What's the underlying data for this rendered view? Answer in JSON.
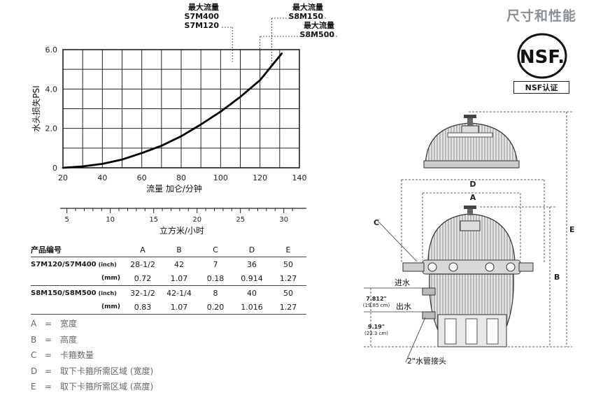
{
  "page": {
    "title": "尺寸和性能"
  },
  "nsf": {
    "logo_text": "NSF.",
    "caption": "NSF认证"
  },
  "chart_data": {
    "type": "line",
    "ylabel": "水头损失PSI",
    "xlabel_primary": "流量   加仑/分钟",
    "xlabel_secondary": "立方米/小时",
    "x_ticks": [
      "20",
      "40",
      "60",
      "80",
      "100",
      "120",
      "140"
    ],
    "y_ticks": [
      "0",
      "2.0",
      "4.0",
      "6.0"
    ],
    "secondary_ticks": [
      "5",
      "10",
      "15",
      "20",
      "25",
      "30"
    ],
    "xlim": [
      20,
      140
    ],
    "ylim": [
      0,
      6
    ],
    "grid": true,
    "series": [
      {
        "name": "",
        "x": [
          20,
          30,
          40,
          50,
          60,
          70,
          80,
          90,
          100,
          110,
          120,
          131
        ],
        "y": [
          0.0,
          0.07,
          0.2,
          0.42,
          0.75,
          1.12,
          1.6,
          2.2,
          2.85,
          3.6,
          4.45,
          5.8
        ]
      }
    ],
    "annotations": [
      {
        "lines": [
          "最大流量",
          "S7M400",
          "S7M120"
        ],
        "x": 106
      },
      {
        "lines": [
          "最大流量",
          "S8M150"
        ],
        "x": 126
      },
      {
        "lines": [
          "最大流量",
          "S8M500"
        ],
        "x": 120
      }
    ]
  },
  "spec_table": {
    "header": [
      "产品编号",
      "A",
      "B",
      "C",
      "D",
      "E"
    ],
    "rows": [
      {
        "model": "S7M120/S7M400",
        "unit": "(inch)",
        "values": [
          "28-1/2",
          "42",
          "7",
          "36",
          "50"
        ]
      },
      {
        "model": "",
        "unit": "(mm)",
        "values": [
          "0.72",
          "1.07",
          "0.18",
          "0.914",
          "1.27"
        ]
      },
      {
        "model": "S8M150/S8M500",
        "unit": "(inch)",
        "values": [
          "32-1/2",
          "42-1/4",
          "8",
          "40",
          "50"
        ]
      },
      {
        "model": "",
        "unit": "(mm)",
        "values": [
          "0.83",
          "1.07",
          "0.20",
          "1.016",
          "1.27"
        ]
      }
    ]
  },
  "legend": [
    {
      "key": "A",
      "eq": "=",
      "text": "宽度"
    },
    {
      "key": "B",
      "eq": "=",
      "text": "高度"
    },
    {
      "key": "C",
      "eq": "=",
      "text": "卡箍数量"
    },
    {
      "key": "D",
      "eq": "=",
      "text": "取下卡箍所需区域 (宽度)"
    },
    {
      "key": "E",
      "eq": "=",
      "text": "取下卡箍所需区域 (高度)"
    }
  ],
  "diagram": {
    "dim_D": "D",
    "dim_A": "A",
    "dim_B": "B",
    "dim_E": "E",
    "dim_C": "C",
    "inlet": "进水",
    "outlet": "出水",
    "inlet_height": [
      "7.812\"",
      "(19.85 cm)"
    ],
    "outlet_height": [
      "9.19\"",
      "(23.3 cm)"
    ],
    "pipe": "2\"水管接头"
  }
}
